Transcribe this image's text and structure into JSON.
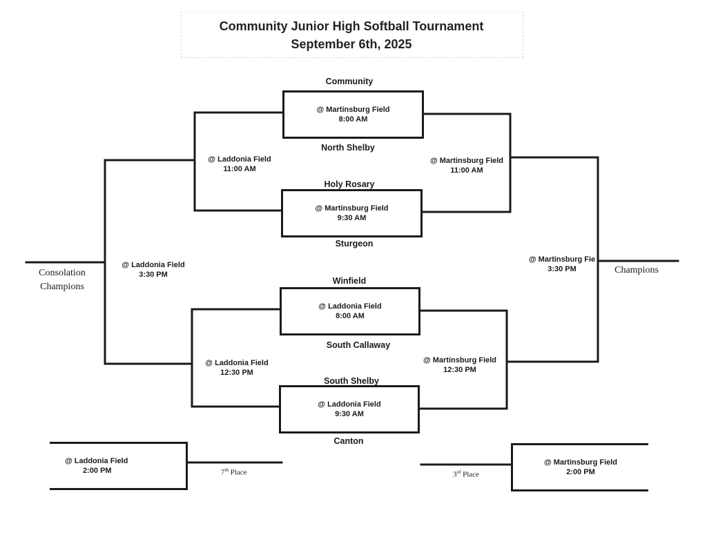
{
  "header": {
    "title": "Community Junior High Softball Tournament",
    "date": "September 6th, 2025"
  },
  "teams": {
    "community": "Community",
    "north_shelby": "North Shelby",
    "holy_rosary": "Holy Rosary",
    "sturgeon": "Sturgeon",
    "winfield": "Winfield",
    "south_callaway": "South Callaway",
    "south_shelby": "South Shelby",
    "canton": "Canton"
  },
  "games": {
    "g1": {
      "site": "@ Martinsburg Field",
      "time": "8:00 AM"
    },
    "g2": {
      "site": "@ Martinsburg Field",
      "time": "9:30 AM"
    },
    "g3": {
      "site": "@ Laddonia Field",
      "time": "8:00 AM"
    },
    "g4": {
      "site": "@ Laddonia Field",
      "time": "9:30 AM"
    },
    "cons_top": {
      "site": "@ Laddonia Field",
      "time": "11:00 AM"
    },
    "semi_top": {
      "site": "@ Martinsburg Field",
      "time": "11:00 AM"
    },
    "cons_bottom": {
      "site": "@ Laddonia Field",
      "time": "12:30 PM"
    },
    "semi_bottom": {
      "site": "@ Martinsburg Field",
      "time": "12:30 PM"
    },
    "cons_final": {
      "site": "@ Laddonia Field",
      "time": "3:30 PM"
    },
    "final": {
      "site": "@ Martinsburg Fie",
      "time": "3:30 PM"
    },
    "seventh": {
      "site": "@ Laddonia Field",
      "time": "2:00 PM"
    },
    "third": {
      "site": "@ Martinsburg Field",
      "time": "2:00 PM"
    }
  },
  "labels": {
    "consolation_line1": "Consolation",
    "consolation_line2": "Champions",
    "champions": "Champions",
    "seventh_num": "7",
    "seventh_sup": "th",
    "seventh_word": "Place",
    "third_num": "3",
    "third_sup": "rd",
    "third_word": "Place"
  }
}
